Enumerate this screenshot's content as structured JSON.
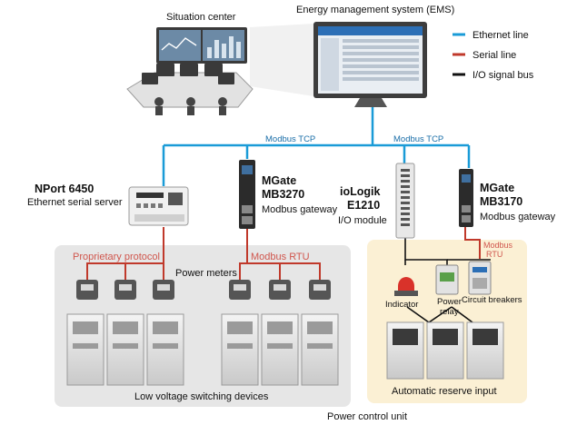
{
  "labels": {
    "situation_center": "Situation center",
    "ems": "Energy management system (EMS)",
    "modbus_tcp_left": "Modbus TCP",
    "modbus_tcp_right": "Modbus TCP",
    "nport_name": "NPort 6450",
    "nport_desc": "Ethernet serial server",
    "mgate1_name_1": "MGate",
    "mgate1_name_2": "MB3270",
    "mgate1_desc": "Modbus gateway",
    "iologik_name_1": "ioLogik",
    "iologik_name_2": "E1210",
    "iologik_desc": "I/O module",
    "mgate2_name_1": "MGate",
    "mgate2_name_2": "MB3170",
    "mgate2_desc": "Modbus gateway",
    "proprietary": "Proprietary protocol",
    "power_meters": "Power meters",
    "modbus_rtu": "Modbus RTU",
    "modbus_rtu_small_1": "Modbus",
    "modbus_rtu_small_2": "RTU",
    "indicator": "Indicator",
    "power_relay_1": "Power",
    "power_relay_2": "relay",
    "circuit_breakers": "Circuit breakers",
    "low_voltage": "Low voltage switching devices",
    "auto_reserve": "Automatic reserve input",
    "power_control": "Power control unit"
  },
  "legend": [
    {
      "label": "Ethernet line",
      "color": "#1a9bd7"
    },
    {
      "label": "Serial line",
      "color": "#c0392b"
    },
    {
      "label": "I/O signal bus",
      "color": "#111111"
    }
  ],
  "colors": {
    "ethernet": "#1a9bd7",
    "serial": "#c0392b",
    "io_bus": "#111111",
    "gray_panel": "#e6e6e6",
    "yellow_panel": "#fbf0d4",
    "red_text": "#d0564d",
    "screen_blue": "#2c6fb6"
  }
}
